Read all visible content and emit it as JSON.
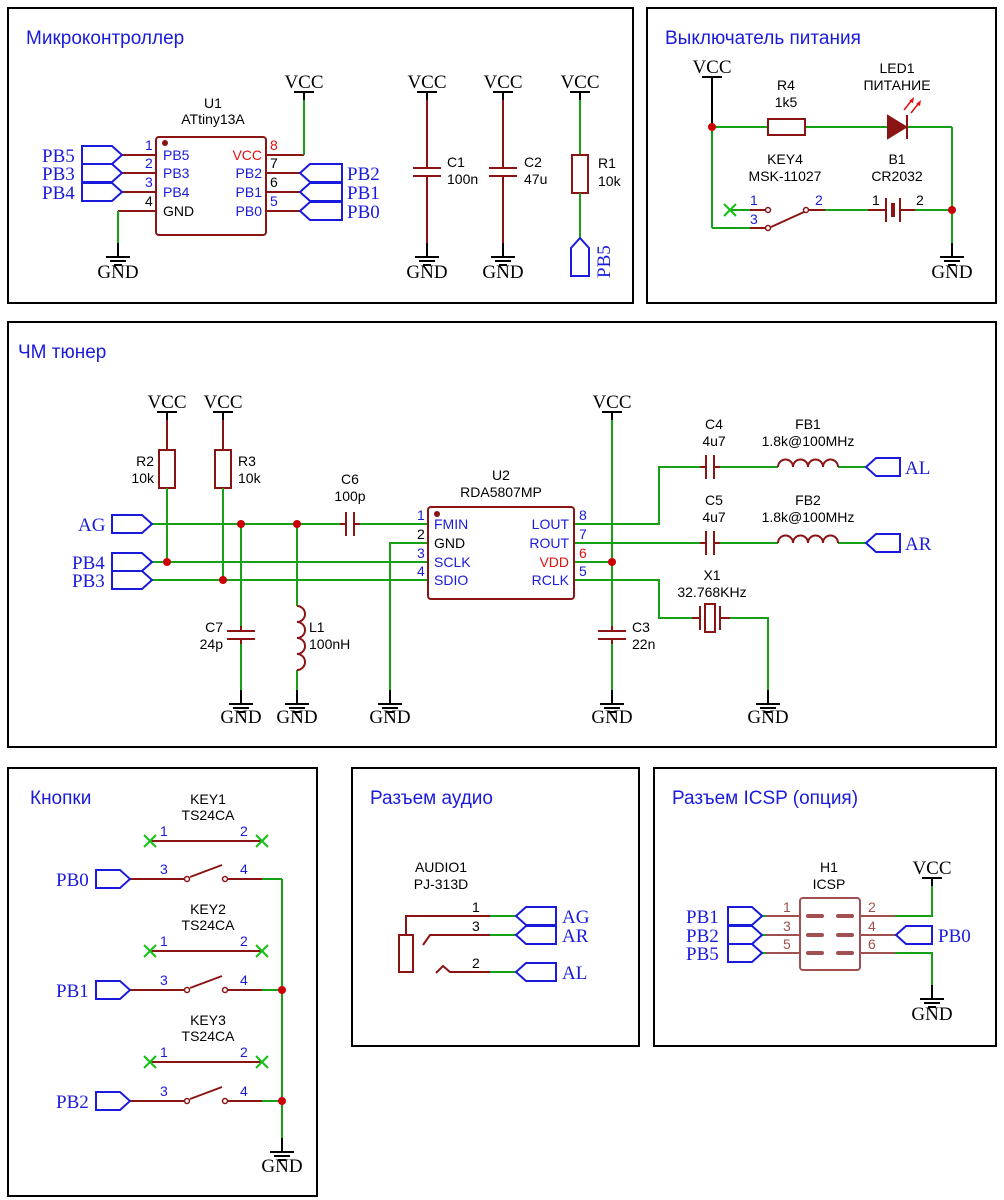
{
  "sections": {
    "mcu": "Микроконтроллер",
    "power_switch": "Выключатель питания",
    "fm_tuner": "ЧМ тюнер",
    "buttons": "Кнопки",
    "audio_conn": "Разъем аудио",
    "icsp_conn": "Разъем ICSP (опция)"
  },
  "power": {
    "vcc": "VCC",
    "gnd": "GND"
  },
  "nets": {
    "pb0": "PB0",
    "pb1": "PB1",
    "pb2": "PB2",
    "pb3": "PB3",
    "pb4": "PB4",
    "pb5": "PB5",
    "ag": "AG",
    "ar": "AR",
    "al": "AL"
  },
  "u1": {
    "ref": "U1",
    "value": "ATtiny13A",
    "pins": [
      {
        "num": "1",
        "name": "PB5"
      },
      {
        "num": "2",
        "name": "PB3"
      },
      {
        "num": "3",
        "name": "PB4"
      },
      {
        "num": "4",
        "name": "GND"
      },
      {
        "num": "8",
        "name": "VCC"
      },
      {
        "num": "7",
        "name": "PB2"
      },
      {
        "num": "6",
        "name": "PB1"
      },
      {
        "num": "5",
        "name": "PB0"
      }
    ]
  },
  "c1": {
    "ref": "C1",
    "value": "100n"
  },
  "c2": {
    "ref": "C2",
    "value": "47u"
  },
  "r1": {
    "ref": "R1",
    "value": "10k"
  },
  "r4": {
    "ref": "R4",
    "value": "1k5"
  },
  "led1": {
    "ref": "LED1",
    "value": "ПИТАНИЕ"
  },
  "key4": {
    "ref": "KEY4",
    "value": "MSK-11027",
    "pins": [
      "1",
      "3",
      "2"
    ]
  },
  "b1": {
    "ref": "B1",
    "value": "CR2032",
    "pins": [
      "1",
      "2"
    ]
  },
  "r2": {
    "ref": "R2",
    "value": "10k"
  },
  "r3": {
    "ref": "R3",
    "value": "10k"
  },
  "c6": {
    "ref": "C6",
    "value": "100p"
  },
  "c7": {
    "ref": "C7",
    "value": "24p"
  },
  "l1": {
    "ref": "L1",
    "value": "100nH"
  },
  "u2": {
    "ref": "U2",
    "value": "RDA5807MP",
    "pins": [
      {
        "num": "1",
        "name": "FMIN"
      },
      {
        "num": "2",
        "name": "GND"
      },
      {
        "num": "3",
        "name": "SCLK"
      },
      {
        "num": "4",
        "name": "SDIO"
      },
      {
        "num": "8",
        "name": "LOUT"
      },
      {
        "num": "7",
        "name": "ROUT"
      },
      {
        "num": "6",
        "name": "VDD"
      },
      {
        "num": "5",
        "name": "RCLK"
      }
    ]
  },
  "c3": {
    "ref": "C3",
    "value": "22n"
  },
  "c4": {
    "ref": "C4",
    "value": "4u7"
  },
  "c5": {
    "ref": "C5",
    "value": "4u7"
  },
  "fb1": {
    "ref": "FB1",
    "value": "1.8k@100MHz"
  },
  "fb2": {
    "ref": "FB2",
    "value": "1.8k@100MHz"
  },
  "x1": {
    "ref": "X1",
    "value": "32.768KHz"
  },
  "key1": {
    "ref": "KEY1",
    "value": "TS24CA",
    "pins": [
      "1",
      "2",
      "3",
      "4"
    ]
  },
  "key2": {
    "ref": "KEY2",
    "value": "TS24CA",
    "pins": [
      "1",
      "2",
      "3",
      "4"
    ]
  },
  "key3": {
    "ref": "KEY3",
    "value": "TS24CA",
    "pins": [
      "1",
      "2",
      "3",
      "4"
    ]
  },
  "audio1": {
    "ref": "AUDIO1",
    "value": "PJ-313D",
    "pins": [
      "1",
      "3",
      "2"
    ]
  },
  "h1": {
    "ref": "H1",
    "value": "ICSP",
    "pins": [
      "1",
      "3",
      "5",
      "2",
      "4",
      "6"
    ]
  },
  "colors": {
    "wire": "#15a015",
    "component": "#8a1414",
    "label": "#1a1adc",
    "junction": "#cc0000",
    "frame": "#000000"
  }
}
